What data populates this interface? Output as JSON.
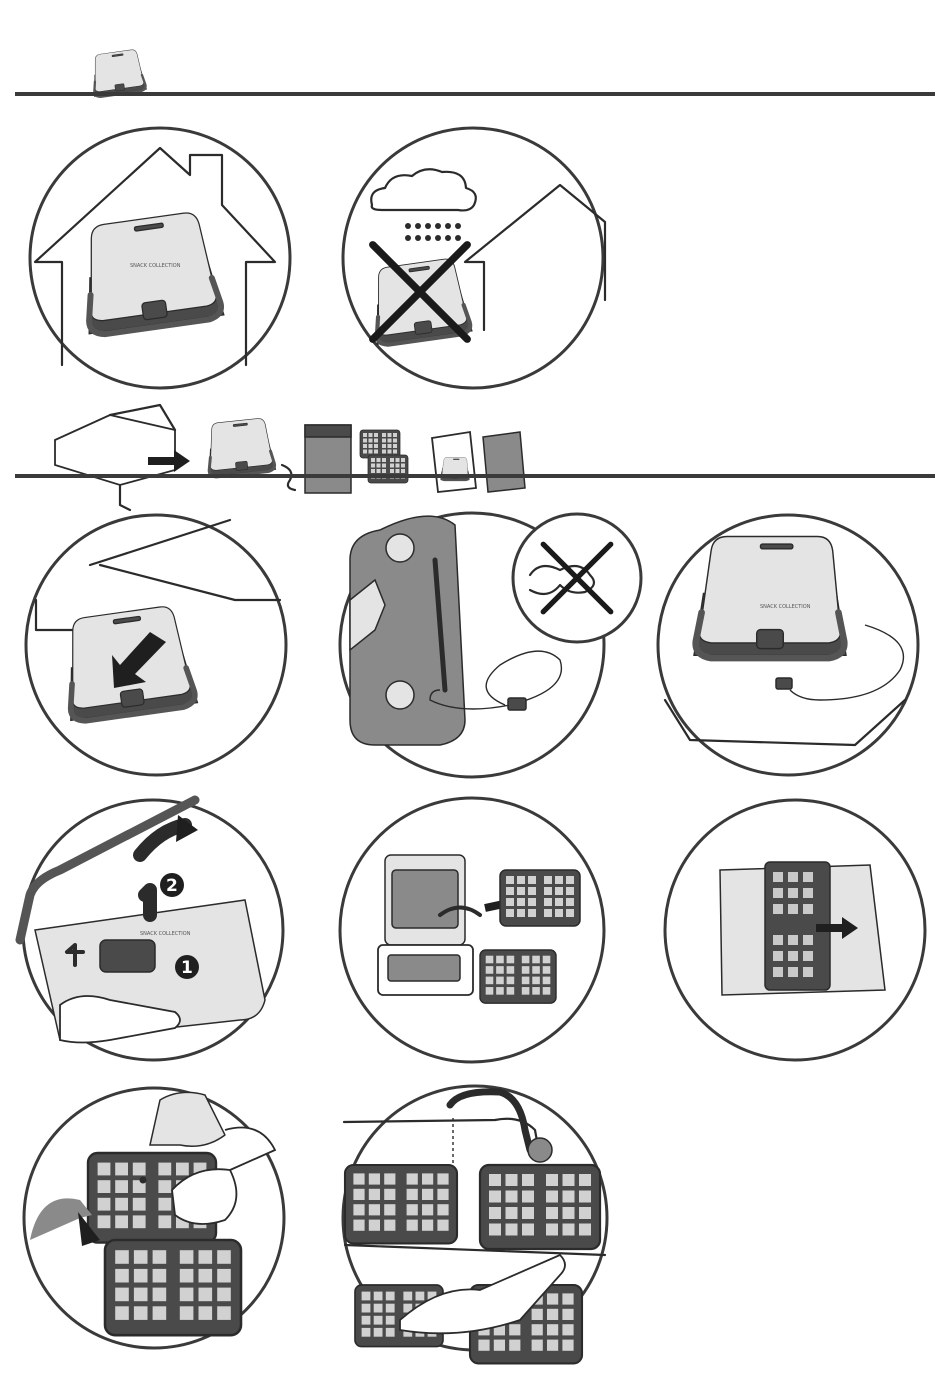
{
  "appliance": {
    "brand_line": "SNACK COLLECTION",
    "logo_icon": "book-logo-icon",
    "step_one": "1",
    "step_two": "2"
  },
  "sections": [
    {
      "name": "safety-placement"
    },
    {
      "name": "unpacking-and-setup"
    },
    {
      "name": "opening-and-plates"
    },
    {
      "name": "cleaning"
    }
  ],
  "icons": {
    "cross": "prohibited-x-icon",
    "arrow": "right-arrow-icon",
    "rain": "rain-cloud-icon",
    "house": "house-icon",
    "tap": "water-tap-icon"
  },
  "colors": {
    "ink": "#2b2b2b",
    "dark_fill": "#4a4a4a",
    "mid_fill": "#8a8a8a",
    "light_fill": "#e4e4e4"
  }
}
